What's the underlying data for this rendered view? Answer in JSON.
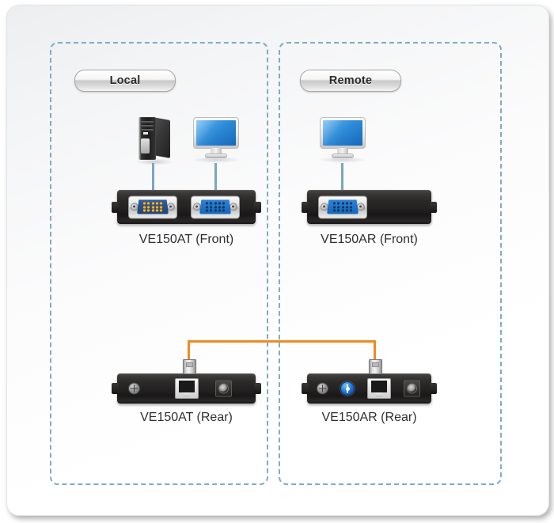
{
  "diagram": {
    "title": "VE150A Local / Remote connection diagram",
    "colors": {
      "dashed_border": "#7fabc6",
      "link_cable": "#ef8b22",
      "device_wire": "#7ba7c0",
      "card_background": "#ffffff",
      "chassis": "#242222",
      "vga_male": "#2f5ea0",
      "vga_female": "#2b82d8",
      "dial": "#1b6fd0"
    },
    "groups": [
      {
        "id": "local",
        "badge": "Local",
        "sources": [
          {
            "icon": "computer-tower-icon",
            "name": "computer-tower"
          },
          {
            "icon": "monitor-icon",
            "name": "local-monitor"
          }
        ],
        "devices": [
          {
            "caption": "VE150AT (Front)",
            "view": "front",
            "ports": [
              {
                "type": "vga-male",
                "label": "VGA male connector"
              },
              {
                "type": "vga-female",
                "label": "VGA female connector"
              }
            ]
          },
          {
            "caption": "VE150AT (Rear)",
            "view": "rear",
            "ports": [
              {
                "type": "grounding-screw",
                "label": "Grounding screw"
              },
              {
                "type": "rj45",
                "label": "RJ-45 link port"
              },
              {
                "type": "power-jack",
                "label": "Power jack"
              }
            ]
          }
        ]
      },
      {
        "id": "remote",
        "badge": "Remote",
        "sources": [
          {
            "icon": "monitor-icon",
            "name": "remote-monitor"
          }
        ],
        "devices": [
          {
            "caption": "VE150AR (Front)",
            "view": "front",
            "ports": [
              {
                "type": "vga-female",
                "label": "VGA female connector"
              }
            ]
          },
          {
            "caption": "VE150AR (Rear)",
            "view": "rear",
            "ports": [
              {
                "type": "grounding-screw",
                "label": "Grounding screw"
              },
              {
                "type": "gain-dial",
                "label": "Video gain adjustment dial"
              },
              {
                "type": "rj45",
                "label": "RJ-45 link port"
              },
              {
                "type": "power-jack",
                "label": "Power jack"
              }
            ]
          }
        ]
      }
    ],
    "link": {
      "name": "cat5e-link-cable",
      "color": "#ef8b22",
      "from": "VE150AT (Rear) RJ-45",
      "to": "VE150AR (Rear) RJ-45"
    }
  }
}
